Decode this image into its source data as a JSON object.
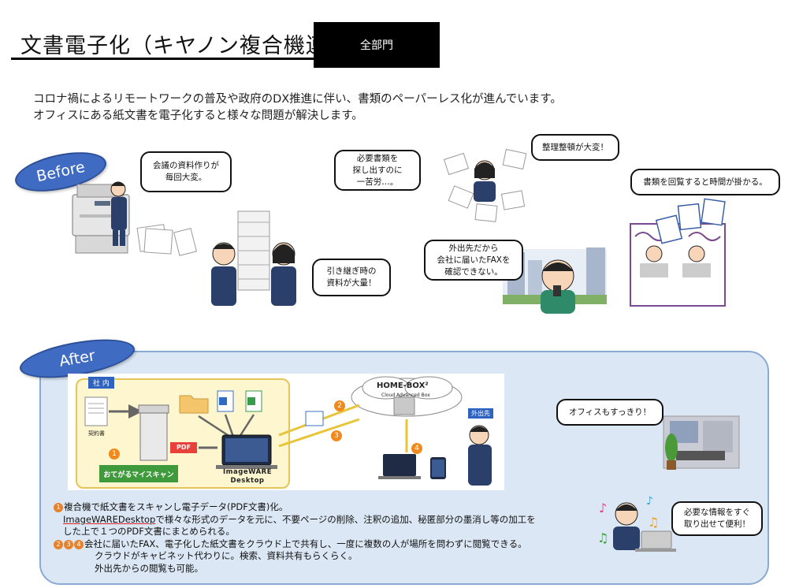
{
  "header": {
    "title": "文書電子化（キヤノン複合機連携）",
    "department": "全部門"
  },
  "intro": {
    "line1": "コロナ禍によるリモートワークの普及や政府のDX推進に伴い、書類のペーパーレス化が進んでいます。",
    "line2": "オフィスにある紙文書を電子化すると様々な問題が解決します。"
  },
  "labels": {
    "before": "Before",
    "after": "After"
  },
  "before_bubbles": {
    "meeting": "会議の資料作りが\n毎回大変。",
    "handover": "引き継ぎ時の\n資料が大量！",
    "search": "必要書類を\n探し出すのに\n一苦労…。",
    "organize": "整理整頓が大変！",
    "fax": "外出先だから\n会社に届いたFAXを\n確認できない。",
    "circulate": "書類を回覧すると時間が掛かる。"
  },
  "after_bubbles": {
    "office": "オフィスもすっきり！",
    "retrieve": "必要な情報をすぐ\n取り出せて便利！"
  },
  "diagram": {
    "inhouse_label": "社 内",
    "remote_label": "外出先",
    "contract_label": "契約書",
    "pdf_label": "PDF",
    "scan_app": "おてがるマイスキャン",
    "imageware": "ImageWARE\nDesktop",
    "homebox": "HOME-BOX²",
    "homebox_sub": "Cloud Advanced Box",
    "numbers": [
      "1",
      "2",
      "3",
      "4"
    ]
  },
  "notes": {
    "line1_badge": "1",
    "line1": "複合機で紙文書をスキャンし電子データ(PDF文書)化。",
    "line2_product": "ImageWAREDesktop",
    "line2": "で様々な形式のデータを元に、不要ページの削除、注釈の追加、秘匿部分の墨消し等の加工を",
    "line3": "した上で１つのPDF文書にまとめられる。",
    "line4_badges": [
      "2",
      "3",
      "4"
    ],
    "line4": "会社に届いたFAX、電子化した紙文書をクラウド上で共有し、一度に複数の人が場所を問わずに閲覧できる。",
    "line5": "クラウドがキャビネット代わりに。検索、資料共有もらくらく。",
    "line6": "外出先からの閲覧も可能。"
  },
  "colors": {
    "accent_blue": "#3f6bc2",
    "panel_bg": "#dbe7f4",
    "badge_orange": "#e8822a",
    "title_bar": "#000000"
  },
  "icons": [
    "copier-icon",
    "person-icon",
    "document-stack-icon",
    "cloud-icon",
    "laptop-icon",
    "tablet-icon",
    "folder-icon",
    "file-icon",
    "building-icon",
    "plant-icon",
    "music-note-icon"
  ]
}
